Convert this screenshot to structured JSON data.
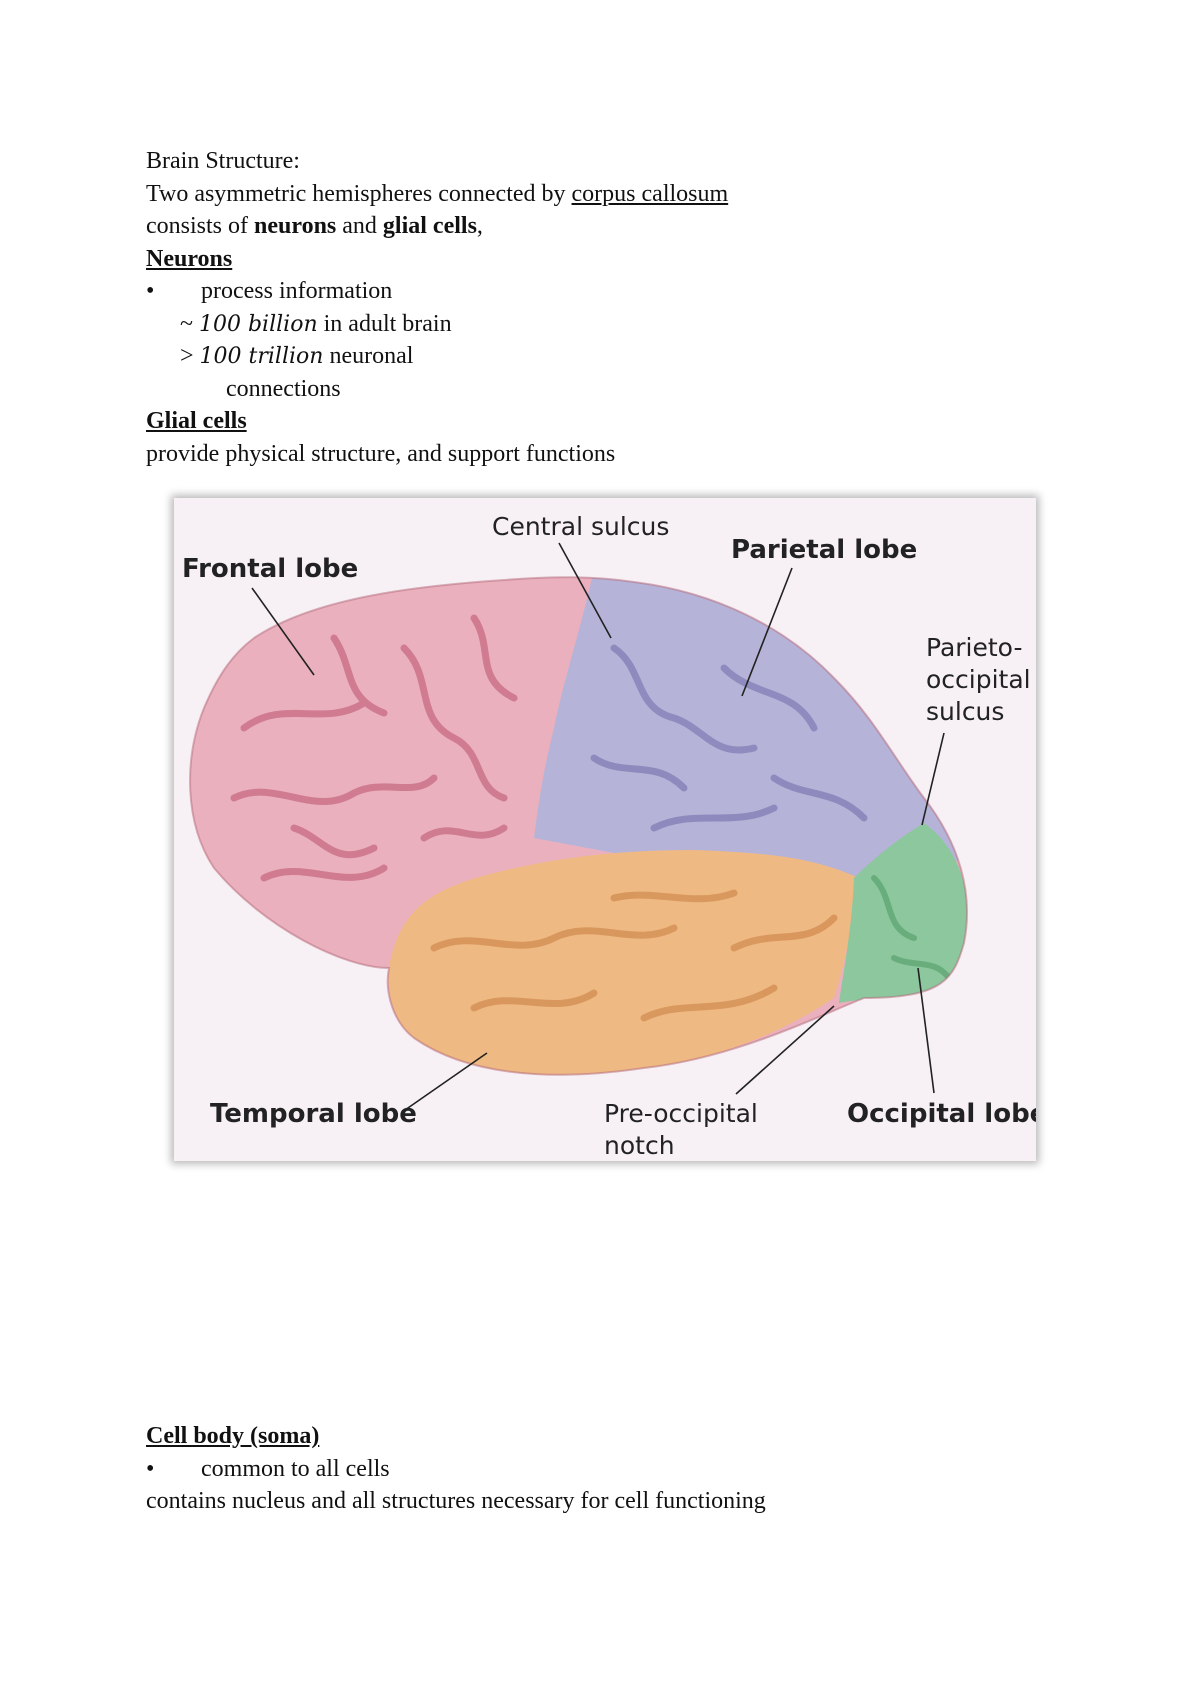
{
  "intro": {
    "heading": "Brain Structure:",
    "line2_pre": "Two asymmetric hemispheres connected by ",
    "line2_link": "corpus callosum",
    "line3_pre": "consists of ",
    "line3_b1": "neurons",
    "line3_mid": " and ",
    "line3_b2": "glial cells",
    "line3_post": ","
  },
  "neurons": {
    "title": "Neurons",
    "bullet": "•",
    "item1": "process information",
    "sub1_prefix": "~ ",
    "sub1_italic": "100 billion",
    "sub1_rest": " in adult brain",
    "sub2_prefix": "> ",
    "sub2_italic": "100 trillion",
    "sub2_rest": " neuronal",
    "sub2_cont": "connections"
  },
  "glial": {
    "title": "Glial cells",
    "text": "provide physical structure, and support functions"
  },
  "figure": {
    "labels": {
      "central_sulcus": "Central sulcus",
      "frontal_lobe": "Frontal lobe",
      "parietal_lobe": "Parietal lobe",
      "parieto_1": "Parieto-",
      "parieto_2": "occipital",
      "parieto_3": "sulcus",
      "temporal_lobe": "Temporal lobe",
      "preoccipital_1": "Pre-occipital",
      "preoccipital_2": "notch",
      "occipital_lobe": "Occipital lobe"
    },
    "colors": {
      "frontal": "#eab0bd",
      "parietal": "#b6b3d9",
      "temporal": "#efb983",
      "occipital": "#8cc79d"
    }
  },
  "cellbody": {
    "title": "Cell body (soma)",
    "bullet": "•",
    "item1": "common to all cells",
    "text": "contains nucleus and all structures necessary for cell functioning"
  }
}
